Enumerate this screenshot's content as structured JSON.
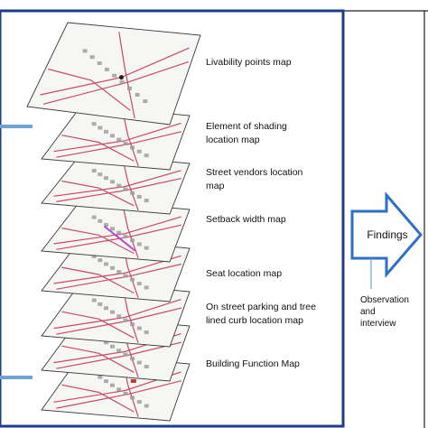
{
  "layers": [
    {
      "label_lines": [
        "Livability points map"
      ],
      "highlighted": true
    },
    {
      "label_lines": [
        "Element of shading",
        "location map"
      ],
      "highlighted": false
    },
    {
      "label_lines": [
        "Street vendors location",
        "map"
      ],
      "highlighted": false
    },
    {
      "label_lines": [
        "Setback width map"
      ],
      "highlighted": false
    },
    {
      "label_lines": [
        "Seat location map"
      ],
      "highlighted": false
    },
    {
      "label_lines": [
        "On street parking and tree",
        "lined curb location map"
      ],
      "highlighted": false
    },
    {
      "label_lines": [
        "Building Function Map"
      ],
      "highlighted": false
    }
  ],
  "findings": {
    "label": "Findings",
    "note_lines": [
      "Observation",
      "and",
      "interview"
    ]
  },
  "colors": {
    "frame_blue": "#1f3c88",
    "arrow_blue": "#2f6fc4",
    "connector_blue": "#6fa3d8",
    "street_red": "#c84a66",
    "building_gray": "#9a9a9a"
  }
}
